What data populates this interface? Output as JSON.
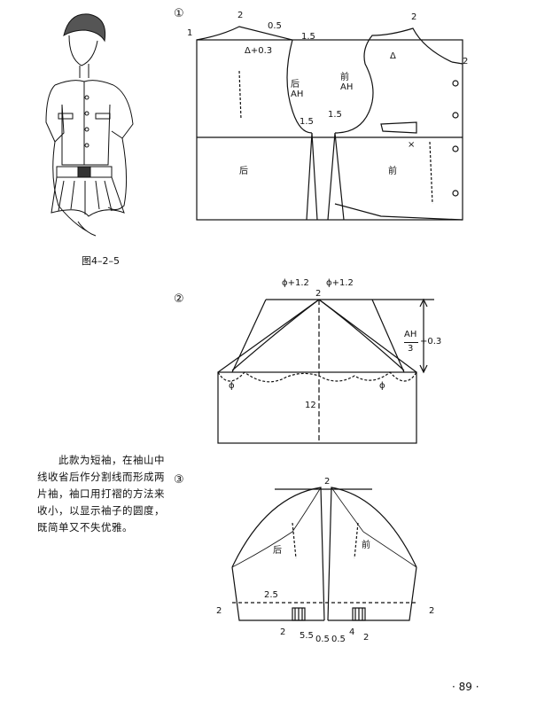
{
  "figure_caption": "图4–2–5",
  "description": "此款为短袖，在袖山中线收省后作分割线而形成两片袖，袖口用打褶的方法来收小，以显示袖子的圆度，既简单又不失优雅。",
  "page_number": "· 89 ·",
  "steps": [
    "①",
    "②",
    "③"
  ],
  "diagram1": {
    "labels": {
      "back_num1": "1",
      "back_num2": "2",
      "back_shoulder": "0.5",
      "back_delta": "Δ+0.3",
      "back_side": "1.5",
      "back_ah": "后 AH",
      "back_side2": "1.5",
      "front_side": "1.5",
      "back_panel": "后",
      "front_ah": "前 AH",
      "front_delta": "Δ",
      "front_num2a": "2",
      "front_num2b": "2",
      "front_panel": "前",
      "dart_mark": "×"
    }
  },
  "diagram2": {
    "labels": {
      "phi1": "ϕ+1.2",
      "phi2": "ϕ+1.2",
      "top2": "2",
      "ah_num": "AH",
      "ah_den": "3",
      "ah_plus": "+0.3",
      "phi_left": "ϕ",
      "phi_right": "ϕ",
      "len12": "12"
    }
  },
  "diagram3": {
    "labels": {
      "top2": "2",
      "back": "后",
      "front": "前",
      "v25": "2.5",
      "left2": "2",
      "right2": "2",
      "b2a": "2",
      "b55": "5.5",
      "b05a": "0.5",
      "b05b": "0.5",
      "b4": "4",
      "b2b": "2"
    }
  }
}
